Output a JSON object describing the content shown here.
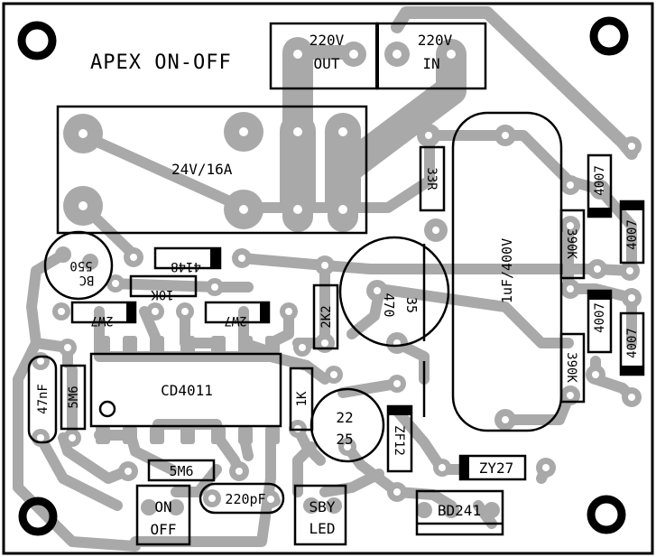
{
  "board": {
    "title": "APEX ON-OFF",
    "colors": {
      "background": "#ffffff",
      "trace": "#a9a9a9",
      "silkscreen": "#000000",
      "pad_hole": "#ffffff"
    }
  },
  "connectors": {
    "out_line1": "220V",
    "out_line2": "OUT",
    "in_line1": "220V",
    "in_line2": "IN"
  },
  "relay": {
    "label": "24V/16A"
  },
  "components": {
    "r33r": "33R",
    "cap_big": "1uF/400V",
    "d1": "4007",
    "d2": "4007",
    "d3": "4007",
    "d4": "4007",
    "r390k_top": "390K",
    "r390k_bottom": "390K",
    "bc550_line1": "550",
    "bc550_line2": "BC",
    "d4148": "4148",
    "r10k": "10K",
    "t2w7_left": "2W7",
    "t2w7_right": "2W7",
    "r2k2": "2K2",
    "cap470_line1": "470",
    "cap470_line2": "35",
    "ic": "CD4011",
    "cap47nf": "47nF",
    "r5m6_vertical": "5M6",
    "r1k": "1K",
    "cap22_line1": "22",
    "cap22_line2": "25",
    "zener_z12": "ZF12",
    "zener_zy27": "ZY27",
    "r5m6_horizontal": "5M6",
    "cap220pf": "220pF",
    "switch_line1": "ON",
    "switch_line2": "OFF",
    "led_line1": "SBY",
    "led_line2": "LED",
    "transistor": "BD241"
  }
}
